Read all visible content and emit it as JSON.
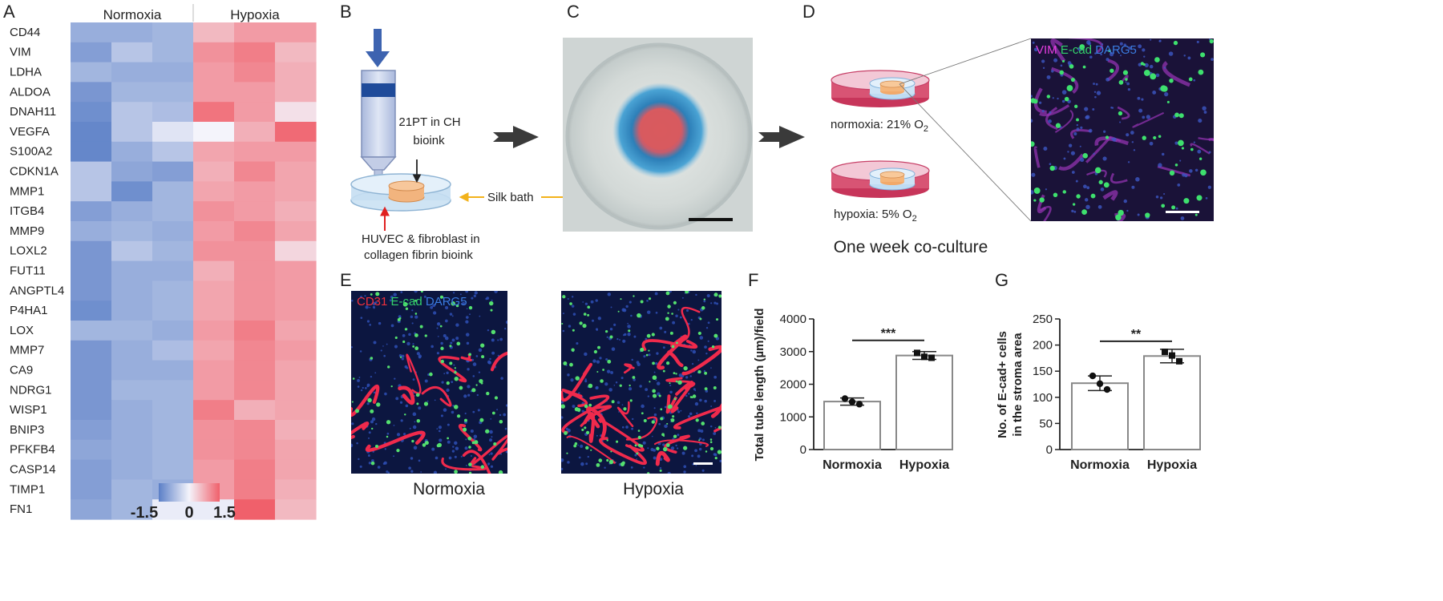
{
  "panel_labels": {
    "a": "A",
    "b": "B",
    "c": "C",
    "d": "D",
    "e": "E",
    "f": "F",
    "g": "G"
  },
  "panel_a": {
    "group_normoxia": "Normoxia",
    "group_hypoxia": "Hypoxia",
    "genes": [
      "CD44",
      "VIM",
      "LDHA",
      "ALDOA",
      "DNAH11",
      "VEGFA",
      "S100A2",
      "CDKN1A",
      "MMP1",
      "ITGB4",
      "MMP9",
      "LOXL2",
      "FUT11",
      "ANGPTL4",
      "P4HA1",
      "LOX",
      "MMP7",
      "CA9",
      "NDRG1",
      "WISP1",
      "BNIP3",
      "PFKFB4",
      "CASP14",
      "TIMP1",
      "FN1"
    ],
    "values": [
      [
        -0.9,
        -0.9,
        -0.8,
        0.6,
        0.9,
        0.9
      ],
      [
        -1.1,
        -0.6,
        -0.8,
        1.0,
        1.2,
        0.6
      ],
      [
        -0.8,
        -0.9,
        -0.9,
        0.9,
        1.1,
        0.7
      ],
      [
        -1.2,
        -0.8,
        -0.8,
        0.9,
        0.9,
        0.7
      ],
      [
        -1.3,
        -0.6,
        -0.7,
        1.3,
        0.9,
        0.2
      ],
      [
        -1.4,
        -0.6,
        -0.2,
        0.0,
        0.7,
        1.4
      ],
      [
        -1.4,
        -0.9,
        -0.6,
        0.8,
        0.9,
        0.9
      ],
      [
        -0.6,
        -1.0,
        -1.1,
        0.7,
        1.1,
        0.8
      ],
      [
        -0.6,
        -1.3,
        -0.8,
        0.8,
        0.9,
        0.8
      ],
      [
        -1.1,
        -0.9,
        -0.8,
        1.0,
        0.9,
        0.7
      ],
      [
        -0.9,
        -0.8,
        -0.9,
        0.9,
        1.1,
        0.8
      ],
      [
        -1.2,
        -0.6,
        -0.8,
        1.0,
        1.0,
        0.3
      ],
      [
        -1.2,
        -0.9,
        -0.9,
        0.7,
        1.0,
        0.9
      ],
      [
        -1.2,
        -0.9,
        -0.8,
        0.8,
        1.0,
        0.9
      ],
      [
        -1.3,
        -0.9,
        -0.8,
        0.8,
        1.0,
        0.9
      ],
      [
        -0.8,
        -0.8,
        -0.9,
        0.9,
        1.2,
        0.8
      ],
      [
        -1.2,
        -0.9,
        -0.7,
        0.8,
        1.1,
        0.9
      ],
      [
        -1.2,
        -0.9,
        -0.9,
        0.9,
        1.1,
        0.8
      ],
      [
        -1.2,
        -0.8,
        -0.8,
        0.9,
        1.1,
        0.8
      ],
      [
        -1.2,
        -0.9,
        -0.8,
        1.2,
        0.7,
        0.8
      ],
      [
        -1.1,
        -0.9,
        -0.8,
        1.0,
        1.1,
        0.7
      ],
      [
        -1.0,
        -0.9,
        -0.8,
        1.0,
        1.1,
        0.8
      ],
      [
        -1.1,
        -0.9,
        -0.8,
        0.9,
        1.2,
        0.8
      ],
      [
        -1.1,
        -0.8,
        -0.9,
        0.9,
        1.2,
        0.7
      ],
      [
        -1.0,
        -0.8,
        -0.1,
        -0.1,
        1.5,
        0.6
      ]
    ],
    "scale_min": "-1.5",
    "scale_mid": "0",
    "scale_max": "1.5",
    "color_low": "#5b7fc7",
    "color_mid": "#f4f4fb",
    "color_high": "#f0606b"
  },
  "panel_b": {
    "label_21pt": "21PT in CH",
    "label_bioink": "bioink",
    "label_silk": "Silk bath",
    "label_huvec": "HUVEC & fibroblast in",
    "label_collagen": "collagen fibrin bioink"
  },
  "panel_d": {
    "normoxia_label": "normoxia: 21% O",
    "hypoxia_label": "hypoxia: 5% O",
    "o2_sub": "2",
    "coculture": "One week co-culture",
    "stain_vim": "VIM",
    "stain_ecad": " E-cad",
    "stain_darg5": " DARG5"
  },
  "panel_e": {
    "stain_cd31": "CD31",
    "stain_ecad": " E-cad",
    "stain_darg5": " DARG5",
    "caption_normoxia": "Normoxia",
    "caption_hypoxia": "Hypoxia"
  },
  "chart_data": [
    {
      "type": "bar",
      "panel": "F",
      "ylabel": "Total tube length (µm)/field",
      "categories": [
        "Normoxia",
        "Hypoxia"
      ],
      "values": [
        1470,
        2880
      ],
      "error": [
        110,
        120
      ],
      "points": [
        [
          1560,
          1460,
          1390
        ],
        [
          2960,
          2840,
          2810
        ]
      ],
      "ylim": [
        0,
        4000
      ],
      "yticks": [
        "0",
        "1000",
        "2000",
        "3000",
        "4000"
      ],
      "significance": "***"
    },
    {
      "type": "bar",
      "panel": "G",
      "ylabel": "No. of E-cad+ cells in the stroma area",
      "ylabel_line1": "No. of E-cad+ cells",
      "ylabel_line2": "in the stroma area",
      "categories": [
        "Normoxia",
        "Hypoxia"
      ],
      "values": [
        127,
        179
      ],
      "error": [
        14,
        13
      ],
      "points": [
        [
          141,
          126,
          115
        ],
        [
          187,
          180,
          169
        ]
      ],
      "ylim": [
        0,
        250
      ],
      "yticks": [
        "0",
        "50",
        "100",
        "150",
        "200",
        "250"
      ],
      "significance": "**"
    }
  ]
}
